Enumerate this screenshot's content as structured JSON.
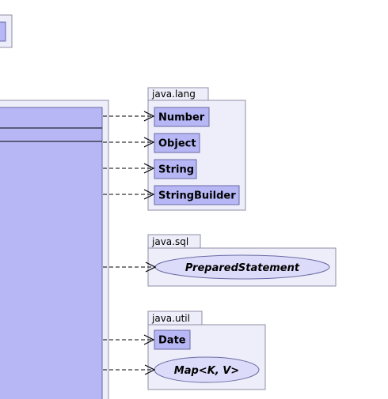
{
  "packages": [
    {
      "id": "java-lang",
      "name": "java.lang",
      "types": [
        {
          "id": "number",
          "name": "Number",
          "kind": "class"
        },
        {
          "id": "object",
          "name": "Object",
          "kind": "class"
        },
        {
          "id": "string",
          "name": "String",
          "kind": "class"
        },
        {
          "id": "stringbuilder",
          "name": "StringBuilder",
          "kind": "class"
        }
      ]
    },
    {
      "id": "java-sql",
      "name": "java.sql",
      "types": [
        {
          "id": "preparedstatement",
          "name": "PreparedStatement",
          "kind": "interface"
        }
      ]
    },
    {
      "id": "java-util",
      "name": "java.util",
      "types": [
        {
          "id": "date",
          "name": "Date",
          "kind": "class"
        },
        {
          "id": "map",
          "name": "Map<K, V>",
          "kind": "interface"
        }
      ]
    }
  ],
  "dependencies": [
    "number",
    "object",
    "string",
    "stringbuilder",
    "preparedstatement",
    "date",
    "map"
  ],
  "colors": {
    "package_fill": "#eeeefa",
    "package_border": "#8e8ea6",
    "class_fill": "#b7b7f6",
    "interface_fill": "#dcdcfa"
  }
}
